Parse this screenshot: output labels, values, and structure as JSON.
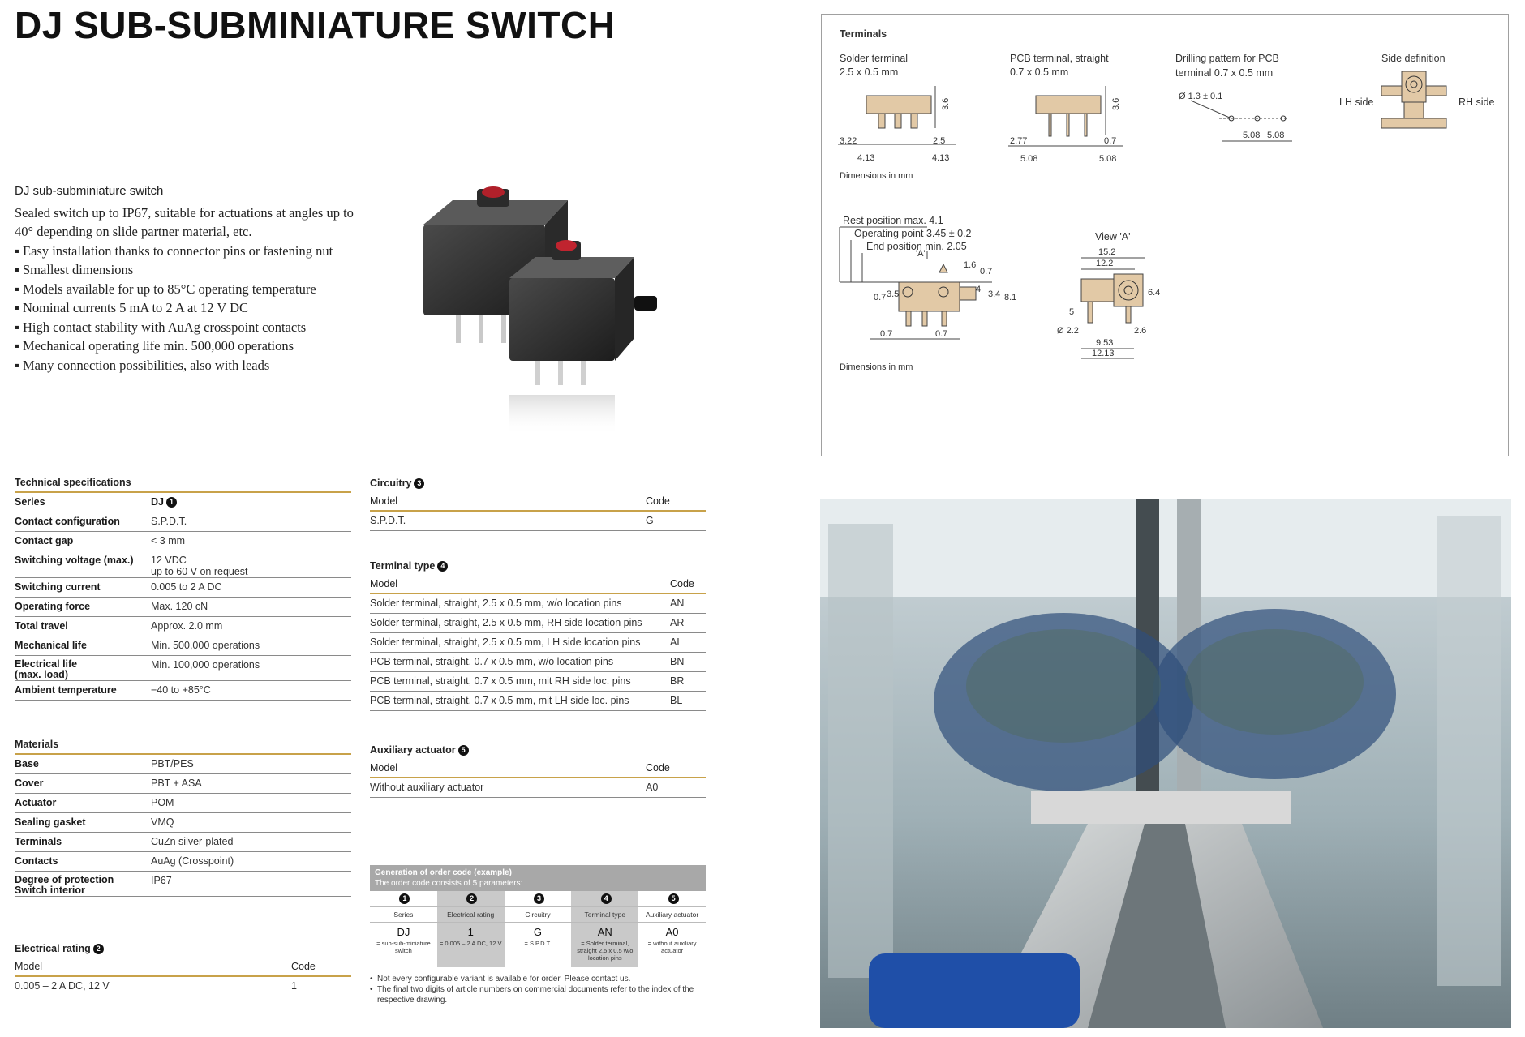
{
  "title": "DJ SUB-SUBMINIATURE SWITCH",
  "intro": {
    "heading": "DJ sub-subminiature switch",
    "text": "Sealed switch up to IP67, suitable for actuations at angles up to 40° depending on slide partner material, etc.",
    "bullets": [
      "Easy installation thanks to connector pins or fastening nut",
      "Smallest dimensions",
      "Models available for up to 85°C operating temperature",
      "Nominal currents 5 mA to 2 A at 12 V DC",
      "High contact stability with AuAg crosspoint contacts",
      "Mechanical operating life min. 500,000 operations",
      "Many connection possibilities, also with leads"
    ]
  },
  "tech_specs": {
    "heading": "Technical specifications",
    "rows": [
      {
        "k": "Series",
        "v": "DJ",
        "num": "1"
      },
      {
        "k": "Contact configuration",
        "v": "S.P.D.T."
      },
      {
        "k": "Contact gap",
        "v": "< 3 mm"
      },
      {
        "k": "Switching voltage (max.)",
        "v": "12 VDC",
        "v2": "up to 60 V on request"
      },
      {
        "k": "Switching current",
        "v": "0.005 to 2 A DC"
      },
      {
        "k": "Operating force",
        "v": "Max. 120 cN"
      },
      {
        "k": "Total travel",
        "v": "Approx. 2.0 mm"
      },
      {
        "k": "Mechanical life",
        "v": "Min. 500,000 operations"
      },
      {
        "k": "Electrical life",
        "k2": "(max. load)",
        "v": "Min. 100,000 operations"
      },
      {
        "k": "Ambient temperature",
        "v": "−40 to +85°C"
      }
    ]
  },
  "materials": {
    "heading": "Materials",
    "rows": [
      {
        "k": "Base",
        "v": "PBT/PES"
      },
      {
        "k": "Cover",
        "v": "PBT + ASA"
      },
      {
        "k": "Actuator",
        "v": "POM"
      },
      {
        "k": "Sealing gasket",
        "v": "VMQ"
      },
      {
        "k": "Terminals",
        "v": "CuZn silver-plated"
      },
      {
        "k": "Contacts",
        "v": "AuAg (Crosspoint)"
      },
      {
        "k": "Degree of protection",
        "k2": "Switch interior",
        "v": "IP67"
      }
    ]
  },
  "electrical_rating": {
    "heading": "Electrical rating",
    "num": "2",
    "col_model": "Model",
    "col_code": "Code",
    "rows": [
      {
        "model": "0.005 – 2 A DC, 12 V",
        "code": "1"
      }
    ]
  },
  "circuitry": {
    "heading": "Circuitry",
    "num": "3",
    "col_model": "Model",
    "col_code": "Code",
    "rows": [
      {
        "model": "S.P.D.T.",
        "code": "G"
      }
    ]
  },
  "terminal_type": {
    "heading": "Terminal type",
    "num": "4",
    "col_model": "Model",
    "col_code": "Code",
    "rows": [
      {
        "model": "Solder terminal, straight, 2.5 x 0.5 mm, w/o location pins",
        "code": "AN"
      },
      {
        "model": "Solder terminal, straight, 2.5 x 0.5 mm, RH side location pins",
        "code": "AR"
      },
      {
        "model": "Solder terminal, straight, 2.5 x 0.5 mm, LH side location pins",
        "code": "AL"
      },
      {
        "model": "PCB terminal, straight, 0.7 x 0.5 mm, w/o location pins",
        "code": "BN"
      },
      {
        "model": "PCB terminal, straight, 0.7 x 0.5 mm, mit RH side loc. pins",
        "code": "BR"
      },
      {
        "model": "PCB terminal, straight, 0.7 x 0.5 mm, mit LH side loc. pins",
        "code": "BL"
      }
    ]
  },
  "aux_actuator": {
    "heading": "Auxiliary actuator",
    "num": "5",
    "col_model": "Model",
    "col_code": "Code",
    "rows": [
      {
        "model": "Without auxiliary actuator",
        "code": "A0"
      }
    ]
  },
  "order_code": {
    "head1": "Generation of order code (example)",
    "head2": "The order code consists of 5 parameters:",
    "cols": [
      {
        "num": "1",
        "label": "Series",
        "code": "DJ",
        "desc": "= sub-sub-miniature switch",
        "shade": false
      },
      {
        "num": "2",
        "label": "Electrical rating",
        "code": "1",
        "desc": "= 0.005 – 2 A DC, 12 V",
        "shade": true
      },
      {
        "num": "3",
        "label": "Circuitry",
        "code": "G",
        "desc": "= S.P.D.T.",
        "shade": false
      },
      {
        "num": "4",
        "label": "Terminal type",
        "code": "AN",
        "desc": "= Solder terminal, straight 2.5 x 0.5 w/o location pins",
        "shade": true
      },
      {
        "num": "5",
        "label": "Auxiliary actuator",
        "code": "A0",
        "desc": "= without auxiliary actuator",
        "shade": false
      }
    ],
    "notes": [
      "Not every configurable variant is available for order. Please contact us.",
      "The final two digits of article numbers on commercial documents refer to the index of the respective drawing."
    ]
  },
  "terminals_panel": {
    "heading": "Terminals",
    "solder": {
      "title": "Solder terminal",
      "sub": "2.5 x 0.5 mm",
      "d1": "3.6",
      "d2": "3.22",
      "d3": "2.5",
      "d4": "4.13",
      "d5": "4.13"
    },
    "pcb": {
      "title": "PCB terminal, straight",
      "sub": "0.7 x 0.5 mm",
      "d1": "3.6",
      "d2": "2.77",
      "d3": "0.7",
      "d4": "5.08",
      "d5": "5.08"
    },
    "drill": {
      "title": "Drilling pattern for PCB",
      "sub": "terminal 0.7 x 0.5 mm",
      "dia": "Ø 1.3 ± 0.1",
      "p1": "5.08",
      "p2": "5.08"
    },
    "side": {
      "title": "Side definition",
      "lh": "LH side",
      "rh": "RH side"
    },
    "dims_note": "Dimensions in mm",
    "side_view": {
      "rest": "Rest position max. 4.1",
      "op": "Operating point 3.45 ± 0.2",
      "end": "End position min. 2.05",
      "view_a_marker": "'A'",
      "d16": "1.6",
      "d07a": "0.7",
      "d4": "4",
      "d34": "3.4",
      "d81": "8.1",
      "d07b": "0.7",
      "d35": "3.5",
      "d07c": "0.7",
      "d07d": "0.7"
    },
    "view_a": {
      "title": "View 'A'",
      "w1": "15.2",
      "w2": "12.2",
      "h": "6.4",
      "d5": "5",
      "dia": "Ø 2.2",
      "d26": "2.6",
      "d953": "9.53",
      "d1213": "12.13"
    },
    "dims_note2": "Dimensions in mm"
  }
}
